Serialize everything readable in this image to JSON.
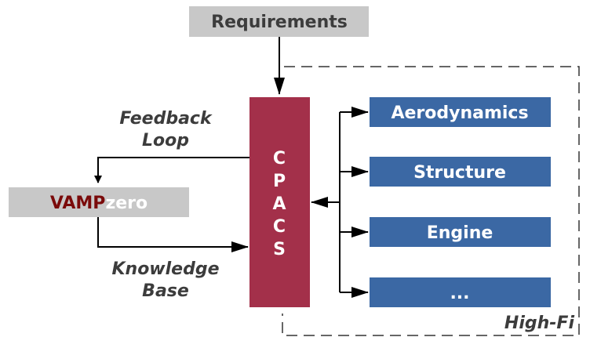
{
  "requirements": {
    "label": "Requirements"
  },
  "cpacs": {
    "letters": [
      "C",
      "P",
      "A",
      "C",
      "S"
    ]
  },
  "vampzero": {
    "part1": "VAMP",
    "part2": "zero"
  },
  "feedback": {
    "line1": "Feedback",
    "line2": "Loop"
  },
  "knowledge": {
    "line1": "Knowledge",
    "line2": "Base"
  },
  "tools": [
    {
      "label": "Aerodynamics"
    },
    {
      "label": "Structure"
    },
    {
      "label": "Engine"
    },
    {
      "label": "..."
    }
  ],
  "highfi": {
    "label": "High-Fi"
  },
  "colors": {
    "gray_box": "#c8c8c8",
    "gray_text": "#3c3c3c",
    "cpacs_fill": "#a3304a",
    "tool_fill": "#3b68a4",
    "vamp_red": "#7a0a0a",
    "vamp_zero": "#ffffff",
    "line": "#000000",
    "dash": "#333333"
  }
}
